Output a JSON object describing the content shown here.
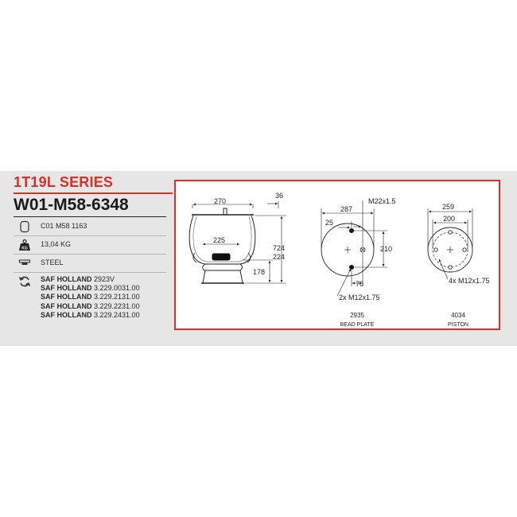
{
  "header": {
    "series": "1T19L SERIES",
    "part_number": "W01-M58-6348"
  },
  "specs": [
    {
      "icon": "air-spring-icon",
      "value": "C01 M58 1163"
    },
    {
      "icon": "weight-icon",
      "icon_text": "KG",
      "value": "13,04 KG"
    },
    {
      "icon": "plate-icon",
      "value": "STEEL"
    }
  ],
  "cross_references": [
    {
      "brand": "SAF HOLLAND",
      "code": "2923V"
    },
    {
      "brand": "SAF HOLLAND",
      "code": "3.229.0031.00"
    },
    {
      "brand": "SAF HOLLAND",
      "code": "3.229.2131.00"
    },
    {
      "brand": "SAF HOLLAND",
      "code": "3.229.2231.00"
    },
    {
      "brand": "SAF HOLLAND",
      "code": "3.229.2431.00"
    }
  ],
  "drawings": {
    "side": {
      "dim_top_width": "270",
      "dim_offset": "36",
      "dim_inner_width": "225",
      "dim_height_max": "724",
      "dim_height_min": "224",
      "dim_piston_height": "178"
    },
    "bead_plate": {
      "dim_overall": "287",
      "dim_offset": "25",
      "thread_top": "M22x1.5",
      "dim_spacing": "210",
      "dim_bottom": "70",
      "thread_bottom": "2x M12x1.75",
      "code": "2935",
      "label": "BEAD PLATE"
    },
    "piston": {
      "dim_outer": "259",
      "dim_inner": "200",
      "thread": "4x M12x1.75",
      "code": "4034",
      "label": "PISTON"
    }
  }
}
